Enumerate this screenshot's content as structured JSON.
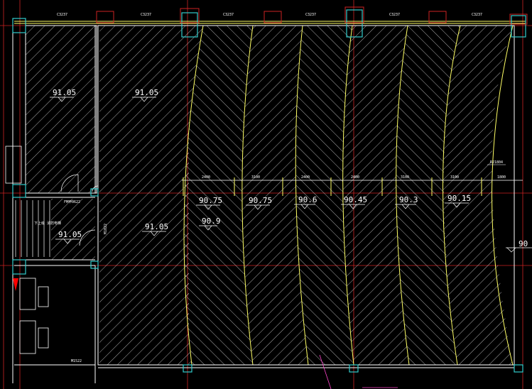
{
  "colors": {
    "background": "#000000",
    "wall": "#ffffff",
    "hatch": "#ffffff",
    "slope_boundary": "#ffff66",
    "grid_line": "#cc2222",
    "column": "#33cccc",
    "accent_pink": "#ff44cc",
    "marker_red": "#ff0000"
  },
  "window_labels": [
    "C3237",
    "C3237",
    "C3237",
    "C3237",
    "C3237",
    "C3237"
  ],
  "elevations": {
    "room_left_upper": "91.05",
    "room_mid_upper": "91.05",
    "room_mid_lower": "91.05",
    "stair_landing": "91.05",
    "slope_1": "90.75",
    "slope_1_lower": "90.9",
    "slope_2": "90.75",
    "slope_3": "90.6",
    "slope_4": "90.45",
    "slope_5": "90.3",
    "slope_6": "90.15",
    "right_edge": "90"
  },
  "dimensions": [
    "2400",
    "3100",
    "2400",
    "2400",
    "3100",
    "3100",
    "1800"
  ],
  "annotations": {
    "radius": "R21804",
    "door_tag": "FM甲0622",
    "stair_note": "下上级 消防电梯",
    "vertical_tag": "M1022",
    "door_bottom": "M1522"
  },
  "icons": {
    "north_marker": "red-triangle-icon",
    "elevation_marker": "elevation-triangle-icon"
  }
}
